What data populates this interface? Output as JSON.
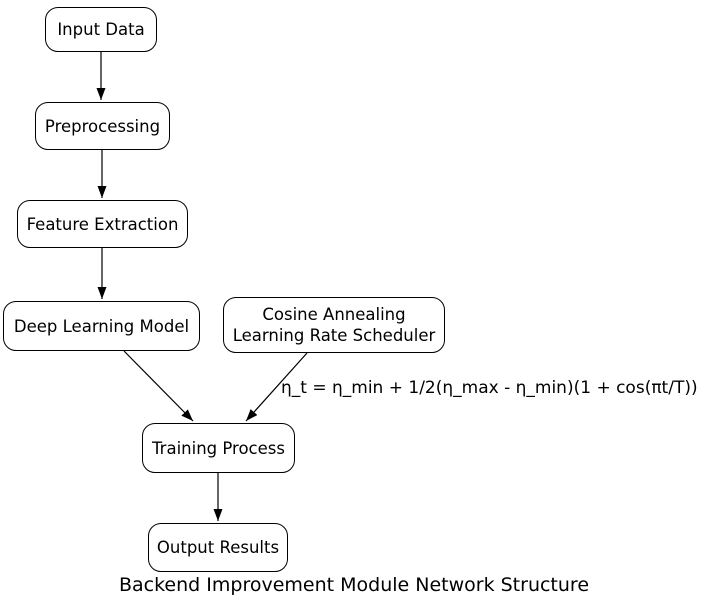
{
  "diagram": {
    "title": "Backend Improvement Module Network Structure",
    "nodes": [
      {
        "id": "input-data",
        "label": "Input Data"
      },
      {
        "id": "preprocessing",
        "label": "Preprocessing"
      },
      {
        "id": "feature-extraction",
        "label": "Feature Extraction"
      },
      {
        "id": "deep-learning-model",
        "label": "Deep Learning Model"
      },
      {
        "id": "cosine-annealing-scheduler",
        "label": "Cosine Annealing\nLearning Rate Scheduler"
      },
      {
        "id": "training-process",
        "label": "Training Process"
      },
      {
        "id": "output-results",
        "label": "Output Results"
      }
    ],
    "edges": [
      {
        "from": "input-data",
        "to": "preprocessing",
        "label": ""
      },
      {
        "from": "preprocessing",
        "to": "feature-extraction",
        "label": ""
      },
      {
        "from": "feature-extraction",
        "to": "deep-learning-model",
        "label": ""
      },
      {
        "from": "deep-learning-model",
        "to": "training-process",
        "label": ""
      },
      {
        "from": "cosine-annealing-scheduler",
        "to": "training-process",
        "label": "η_t = η_min + 1/2(η_max - η_min)(1 + cos(πt/T))"
      },
      {
        "from": "training-process",
        "to": "output-results",
        "label": ""
      }
    ],
    "colors": {
      "background": "#ffffff",
      "node_fill": "#ffffff",
      "stroke": "#000000",
      "text": "#000000"
    }
  }
}
